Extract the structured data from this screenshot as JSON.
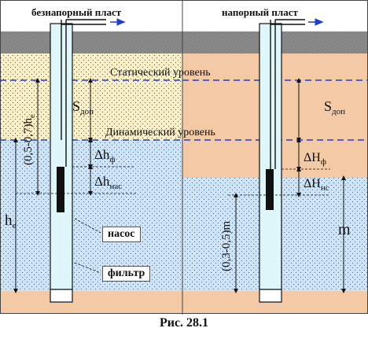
{
  "panels": {
    "left_title": "безнапорный пласт",
    "right_title": "напорный пласт"
  },
  "levels": {
    "static": "Статический  уровень",
    "dynamic": "Динамический  уровень"
  },
  "dimensions": {
    "s_dop": "S",
    "s_dop_sub": "доп",
    "dh_f_left": "Δh",
    "dh_f_left_sub": "ф",
    "dh_nas_left": "Δh",
    "dh_nas_left_sub": "нас",
    "h_e_frac": "(0,5-0,7)h",
    "h_e_frac_sub": "е",
    "h_e": "h",
    "h_e_sub": "е",
    "s_dop_right": "S",
    "s_dop_right_sub": "доп",
    "dh_f_right": "ΔН",
    "dh_f_right_sub": "ф",
    "dh_nas_right": "ΔН",
    "dh_nas_right_sub": "нс",
    "m_frac": "(0,3-0,5)m",
    "m": "m"
  },
  "callouts": {
    "pump": "насос",
    "filter": "фильтр"
  },
  "caption": "Рис. 28.1",
  "colors": {
    "gravel": "#8a8a8a",
    "soil": "#f4c9a5",
    "sand": "#f9f0c8",
    "water": "#cfe4f7",
    "pipe": "#dff6fb",
    "level_line": "#1f3fd0",
    "flow_arrow": "#1f3fd0"
  }
}
